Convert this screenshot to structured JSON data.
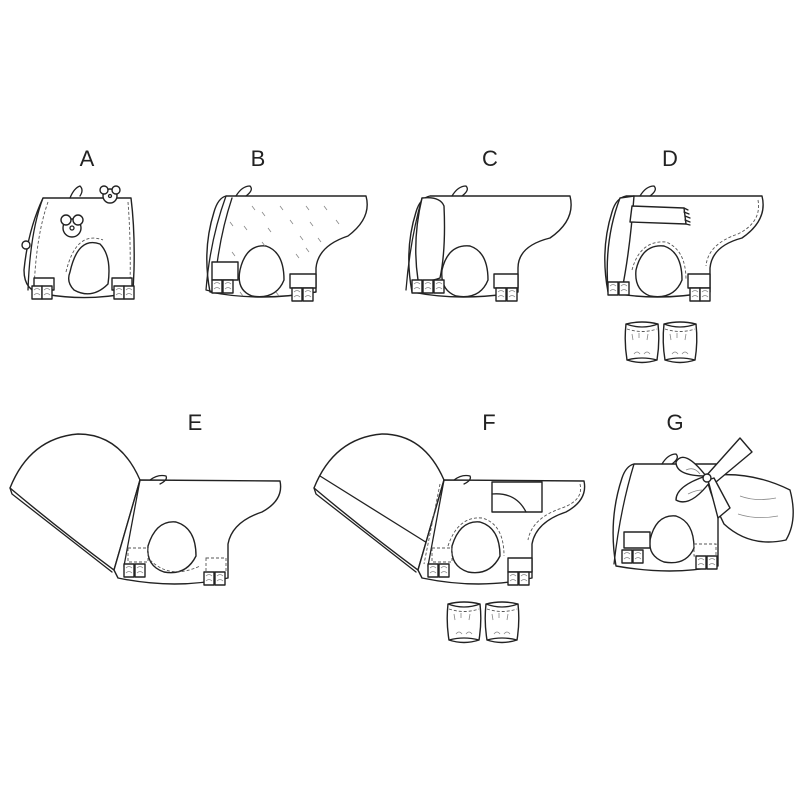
{
  "sheet": {
    "type": "sewing-pattern-views",
    "background": "#ffffff",
    "line_color": "#222222"
  },
  "views": [
    {
      "id": "A",
      "label": "A",
      "description": "Short coat with flower appliqués",
      "has_leg_warmers": false
    },
    {
      "id": "B",
      "label": "B",
      "description": "Coat with printed pattern",
      "has_leg_warmers": false
    },
    {
      "id": "C",
      "label": "C",
      "description": "Coat with folded collar",
      "has_leg_warmers": false
    },
    {
      "id": "D",
      "label": "D",
      "description": "Coat with fringed scarf",
      "has_leg_warmers": true
    },
    {
      "id": "E",
      "label": "E",
      "description": "Coat with hood",
      "has_leg_warmers": false
    },
    {
      "id": "F",
      "label": "F",
      "description": "Hooded coat with pocket",
      "has_leg_warmers": true
    },
    {
      "id": "G",
      "label": "G",
      "description": "Short coat with large bow",
      "has_leg_warmers": false
    }
  ]
}
